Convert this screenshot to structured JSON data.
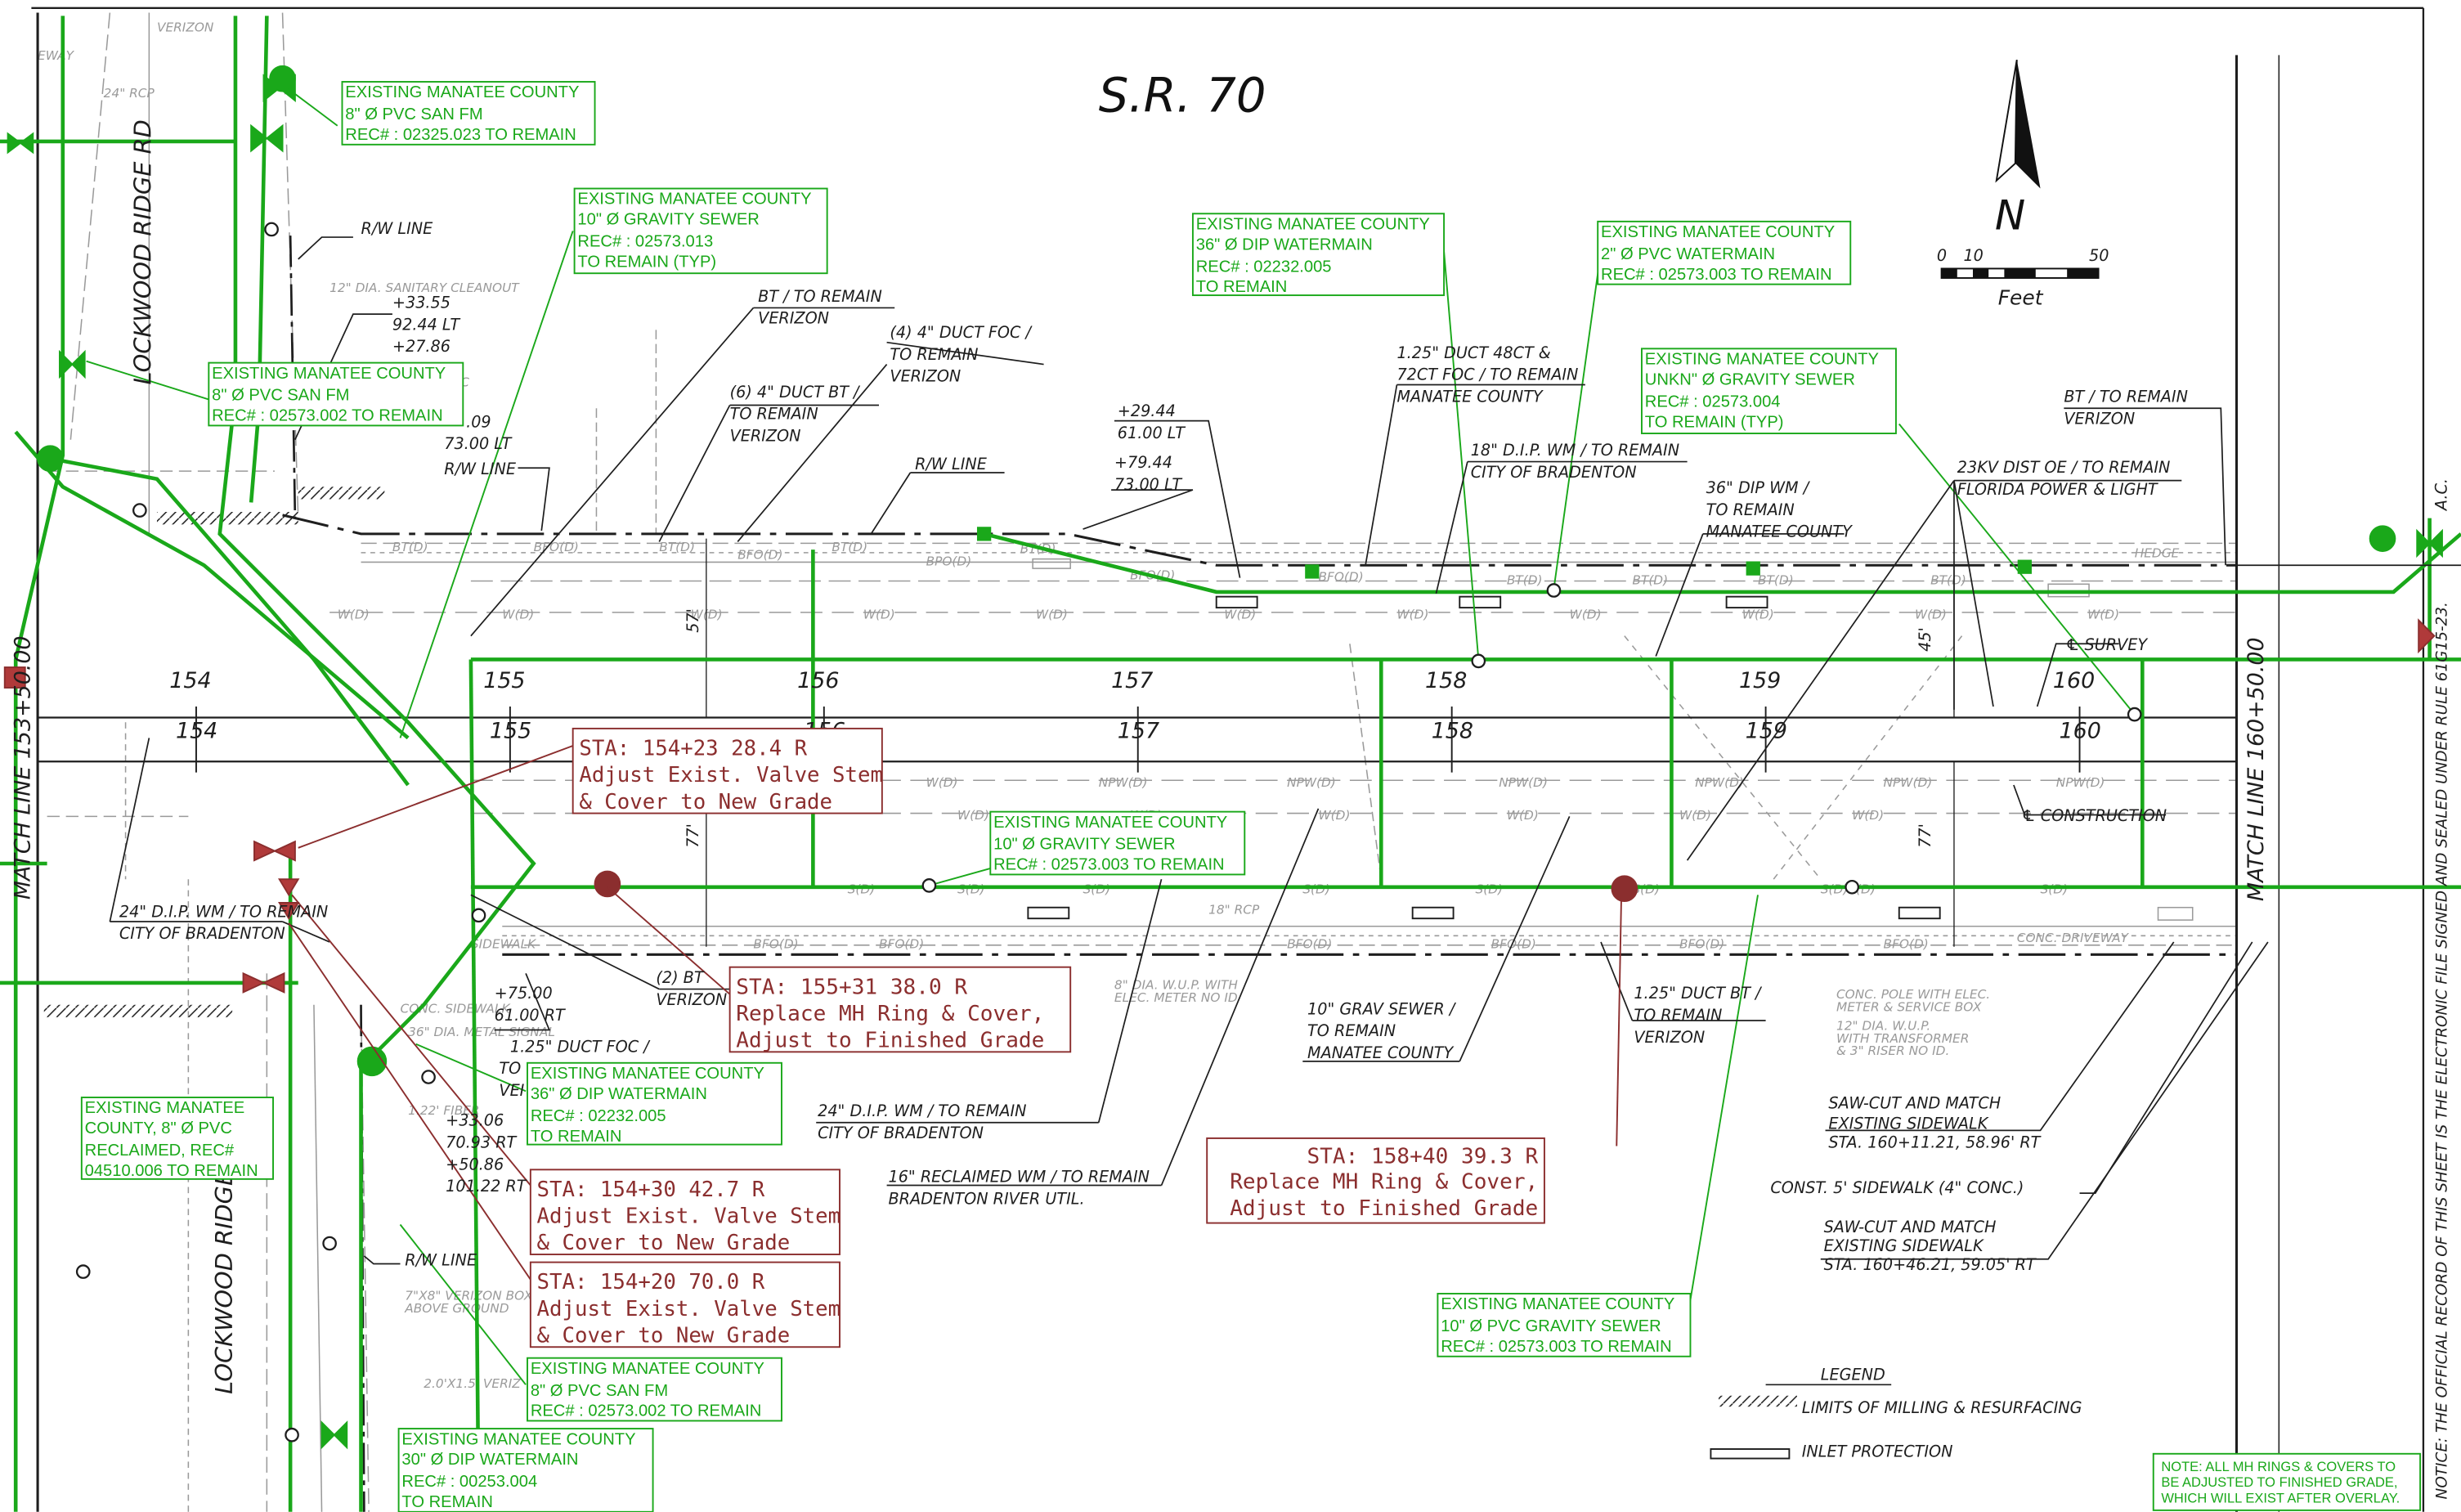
{
  "title": "S.R. 70",
  "scale": {
    "zero": "0",
    "ten": "10",
    "fifty": "50",
    "unit": "Feet"
  },
  "north": "N",
  "match_left": "MATCH LINE 153+50.00",
  "match_right": "MATCH LINE 160+50.00",
  "road_left_upper": "LOCKWOOD RIDGE RD",
  "road_left_lower": "LOCKWOOD RIDGE",
  "stations_upper": [
    "154",
    "155",
    "156",
    "157",
    "158",
    "159",
    "160"
  ],
  "stations_lower": [
    "154",
    "155",
    "156",
    "157",
    "158",
    "159",
    "160"
  ],
  "green_notes": [
    {
      "lines": [
        "EXISTING MANATEE COUNTY",
        "8\" Ø  PVC SAN FM",
        "REC# : 02325.023 TO REMAIN"
      ]
    },
    {
      "lines": [
        "EXISTING MANATEE COUNTY",
        "10\" Ø  GRAVITY SEWER",
        "REC# : 02573.013",
        "TO REMAIN (TYP)"
      ]
    },
    {
      "lines": [
        "EXISTING MANATEE COUNTY",
        "8\" Ø  PVC SAN FM",
        "REC# : 02573.002 TO REMAIN"
      ]
    },
    {
      "lines": [
        "EXISTING MANATEE COUNTY",
        "36\" Ø  DIP WATERMAIN",
        "REC# : 02232.005",
        "TO REMAIN"
      ]
    },
    {
      "lines": [
        "EXISTING MANATEE COUNTY",
        "2\" Ø  PVC WATERMAIN",
        "REC# : 02573.003 TO REMAIN"
      ]
    },
    {
      "lines": [
        "EXISTING MANATEE COUNTY",
        "UNKN\" Ø  GRAVITY SEWER",
        "REC# : 02573.004",
        "TO REMAIN (TYP)"
      ]
    },
    {
      "lines": [
        "EXISTING MANATEE COUNTY",
        "10\" Ø  GRAVITY SEWER",
        "REC# : 02573.003 TO REMAIN"
      ]
    },
    {
      "lines": [
        "EXISTING MANATEE COUNTY",
        "36\" Ø  DIP WATERMAIN",
        "REC# : 02232.005",
        "TO REMAIN"
      ]
    },
    {
      "lines": [
        "EXISTING MANATEE",
        "COUNTY, 8\" Ø  PVC",
        "RECLAIMED, REC#",
        "04510.006 TO REMAIN"
      ]
    },
    {
      "lines": [
        "EXISTING MANATEE COUNTY",
        "8\" Ø  PVC SAN FM",
        "REC# : 02573.002 TO REMAIN"
      ]
    },
    {
      "lines": [
        "EXISTING MANATEE COUNTY",
        "30\" Ø  DIP WATERMAIN",
        "REC# : 00253.004",
        "TO REMAIN"
      ]
    },
    {
      "lines": [
        "EXISTING MANATEE COUNTY",
        "10\" Ø  PVC GRAVITY SEWER",
        "REC# : 02573.003 TO REMAIN"
      ]
    },
    {
      "lines": [
        "NOTE: ALL MH RINGS & COVERS TO",
        "BE ADJUSTED TO FINISHED GRADE,",
        "WHICH WILL EXIST AFTER OVERLAY."
      ]
    }
  ],
  "red_notes": [
    {
      "lines": [
        "STA: 154+23  28.4  R",
        "Adjust Exist. Valve Stem",
        "& Cover to New Grade"
      ]
    },
    {
      "lines": [
        "STA: 155+31  38.0  R",
        "Replace MH Ring & Cover,",
        "Adjust to Finished Grade"
      ]
    },
    {
      "lines": [
        "STA: 158+40  39.3  R",
        "Replace MH Ring & Cover,",
        "Adjust to Finished Grade"
      ]
    },
    {
      "lines": [
        "STA: 154+30  42.7  R",
        "Adjust Exist. Valve Stem",
        "& Cover to New Grade"
      ]
    },
    {
      "lines": [
        "STA: 154+20  70.0  R",
        "Adjust Exist. Valve Stem",
        "& Cover to New Grade"
      ]
    }
  ],
  "callouts": [
    {
      "lines": [
        "R/W LINE"
      ]
    },
    {
      "lines": [
        "+33.55",
        "92.44 LT",
        "+27.86"
      ]
    },
    {
      "lines": [
        ".09",
        "73.00 LT"
      ]
    },
    {
      "lines": [
        "R/W LINE"
      ]
    },
    {
      "lines": [
        "BT / TO REMAIN",
        "VERIZON"
      ]
    },
    {
      "lines": [
        "(4) 4\" DUCT FOC /",
        "TO REMAIN",
        "VERIZON"
      ]
    },
    {
      "lines": [
        "(6) 4\" DUCT BT /",
        "TO REMAIN",
        "VERIZON"
      ]
    },
    {
      "lines": [
        "R/W LINE"
      ]
    },
    {
      "lines": [
        "+29.44",
        "61.00 LT"
      ]
    },
    {
      "lines": [
        "+79.44",
        "73.00 LT"
      ]
    },
    {
      "lines": [
        "1.25\" DUCT 48CT &",
        "72CT FOC / TO REMAIN",
        "MANATEE COUNTY"
      ]
    },
    {
      "lines": [
        "18\" D.I.P. WM / TO REMAIN",
        "CITY OF BRADENTON"
      ]
    },
    {
      "lines": [
        "36\" DIP WM /",
        "TO REMAIN",
        "MANATEE COUNTY"
      ]
    },
    {
      "lines": [
        "BT / TO REMAIN",
        "VERIZON"
      ]
    },
    {
      "lines": [
        "23KV DIST OE / TO REMAIN",
        "FLORIDA POWER & LIGHT"
      ]
    },
    {
      "lines": [
        "℄ SURVEY"
      ]
    },
    {
      "lines": [
        "℄ CONSTRUCTION"
      ]
    },
    {
      "lines": [
        "24\" D.I.P. WM / TO REMAIN",
        "CITY OF BRADENTON"
      ]
    },
    {
      "lines": [
        "(2) BT",
        "VERIZON"
      ]
    },
    {
      "lines": [
        "+75.00",
        "61.00 RT"
      ]
    },
    {
      "lines": [
        "1.25\" DUCT FOC /",
        "TO",
        "VEI"
      ]
    },
    {
      "lines": [
        "+33.06",
        "70.93 RT",
        "+50.86"
      ]
    },
    {
      "lines": [
        "101.22 RT"
      ]
    },
    {
      "lines": [
        "R/W LINE"
      ]
    },
    {
      "lines": [
        "24\" D.I.P. WM / TO REMAIN",
        "CITY OF BRADENTON"
      ]
    },
    {
      "lines": [
        "16\" RECLAIMED WM / TO REMAIN",
        "BRADENTON RIVER UTIL."
      ]
    },
    {
      "lines": [
        "10\" GRAV SEWER /",
        "TO REMAIN",
        "MANATEE COUNTY"
      ]
    },
    {
      "lines": [
        "1.25\" DUCT BT /",
        "TO REMAIN",
        "VERIZON"
      ]
    },
    {
      "lines": [
        "SAW-CUT AND MATCH",
        "EXISTING SIDEWALK",
        "STA. 160+11.21, 58.96' RT"
      ]
    },
    {
      "lines": [
        "CONST. 5' SIDEWALK (4\" CONC.)"
      ]
    },
    {
      "lines": [
        "SAW-CUT AND MATCH",
        "EXISTING SIDEWALK",
        "STA. 160+46.21, 59.05' RT"
      ]
    }
  ],
  "dims": {
    "d57": "57'",
    "d77a": "77'",
    "d45": "45'",
    "d77b": "77'"
  },
  "legend": {
    "title": "LEGEND",
    "milling": "LIMITS OF MILLING & RESURFACING",
    "inlet": "INLET PROTECTION"
  },
  "side_notice": "NOTICE: THE OFFICIAL RECORD OF THIS SHEET IS THE ELECTRONIC FILE SIGNED AND SEALED UNDER RULE 61G15-23.",
  "side_ac": "A.C.",
  "colors": {
    "utility_green": "#1aa81a",
    "note_red": "#8b2e2e",
    "linework": "#1e1e1e",
    "existing_gray": "#9a9a9a"
  }
}
